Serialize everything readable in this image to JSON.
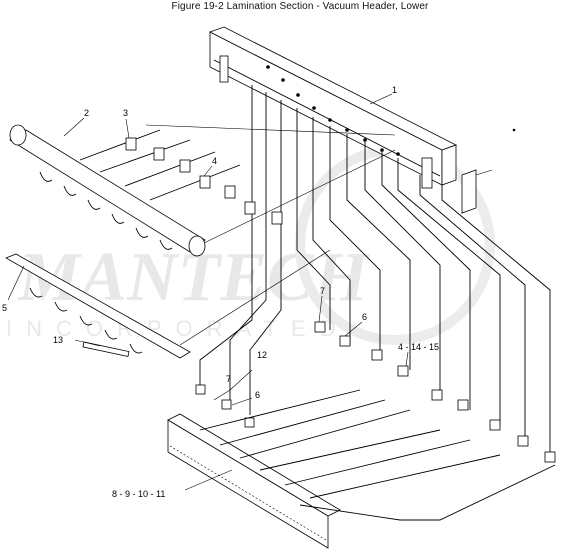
{
  "figure": {
    "title": "Figure 19-2  Lamination Section - Vacuum Header, Lower"
  },
  "watermark": {
    "brand": "MANTECH",
    "subtitle": "INCORPORATED"
  },
  "callouts": [
    {
      "id": "c1",
      "text": "1"
    },
    {
      "id": "c2",
      "text": "2"
    },
    {
      "id": "c3",
      "text": "3"
    },
    {
      "id": "c4",
      "text": "4"
    },
    {
      "id": "c5",
      "text": "5"
    },
    {
      "id": "c6a",
      "text": "6"
    },
    {
      "id": "c6b",
      "text": "6"
    },
    {
      "id": "c7a",
      "text": "7"
    },
    {
      "id": "c7b",
      "text": "7"
    },
    {
      "id": "c12",
      "text": "12"
    },
    {
      "id": "c13",
      "text": "13"
    },
    {
      "id": "c41415",
      "text": "4 - 14 - 15"
    },
    {
      "id": "c891011",
      "text": "8 - 9 - 10 - 11"
    }
  ]
}
